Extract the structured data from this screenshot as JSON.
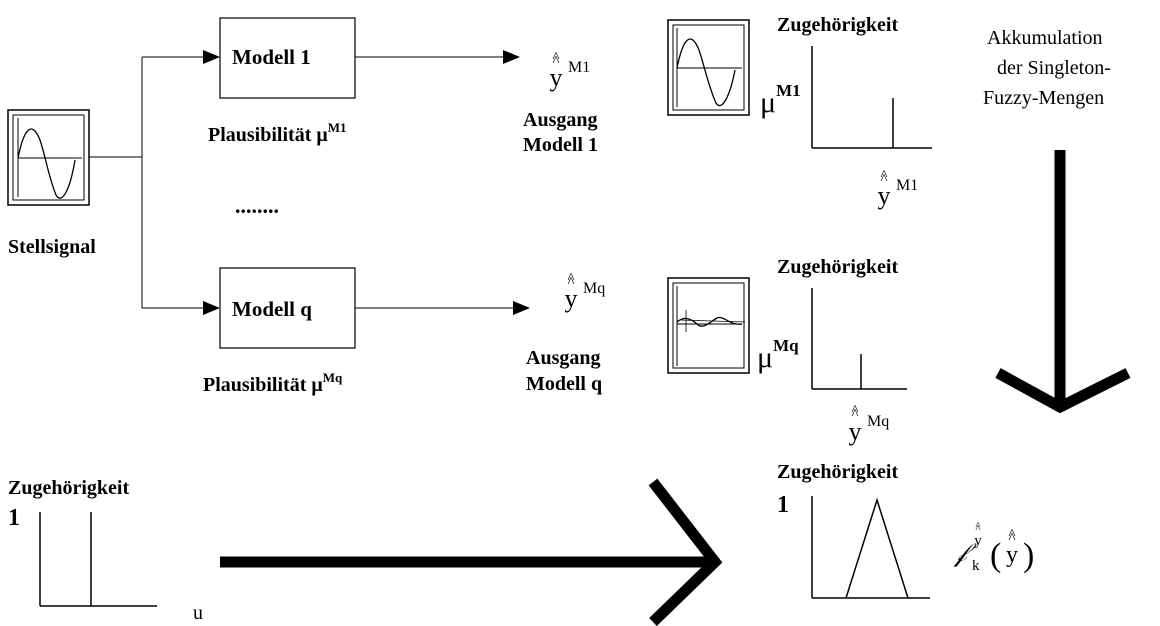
{
  "models": {
    "first": {
      "box_label": "Modell 1",
      "plausibility_label": "Plausibilität μ",
      "plausibility_sup": "M1",
      "output_symbol": "y",
      "output_hat": "^",
      "output_sup": "M1",
      "output_caption_line1": "Ausgang",
      "output_caption_line2": "Modell 1"
    },
    "ellipsis": "........",
    "last": {
      "box_label": "Modell q",
      "plausibility_label": "Plausibilität μ",
      "plausibility_sup": "Mq",
      "output_symbol": "y",
      "output_hat": "^",
      "output_sup": "Mq",
      "output_caption_line1": "Ausgang",
      "output_caption_line2": "Modell q"
    }
  },
  "input": {
    "caption": "Stellsignal"
  },
  "membership": {
    "title": "Zugehörigkeit",
    "mu_symbol": "μ",
    "mu_sup_1": "M1",
    "mu_sup_q": "Mq",
    "axis_symbol_1": "y",
    "axis_sup_1": "M1",
    "axis_symbol_q": "y",
    "axis_sup_q": "Mq",
    "hat": "^"
  },
  "accumulation": {
    "line1": "Akkumulation",
    "line2": "der Singleton-",
    "line3": "Fuzzy-Mengen"
  },
  "input_membership": {
    "title": "Zugehörigkeit",
    "one_label": "1",
    "axis_label": "u"
  },
  "result": {
    "title": "Zugehörigkeit",
    "one_label": "1",
    "formula_F": "𝒻",
    "formula_sub": "k",
    "formula_sup": "y",
    "formula_arg": "y",
    "hat": "^",
    "lparen": "(",
    "rparen": ")"
  }
}
